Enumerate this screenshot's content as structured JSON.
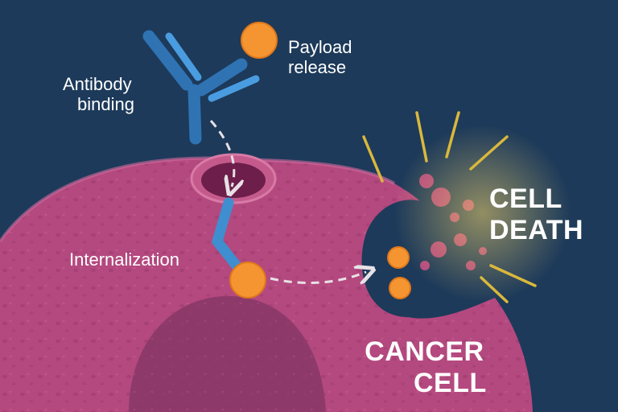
{
  "labels": {
    "antibody_binding": [
      "Antibody",
      "binding"
    ],
    "payload_release": [
      "Payload",
      "release"
    ],
    "internalization": "Internalization",
    "cell_death": [
      "CELL",
      "DEATH"
    ],
    "cancer_cell": [
      "CANCER",
      "CELL"
    ]
  },
  "colors": {
    "background": "#1d3a5a",
    "cell": "#b4497f",
    "nucleus": "#8d3a6a",
    "antibody": "#3f8ed0",
    "payload": "#f49532",
    "burst": "#d9b83c",
    "vesicle": "#6d1e4b"
  },
  "icons": [
    "antibody-icon",
    "payload-icon",
    "burst-icon"
  ]
}
